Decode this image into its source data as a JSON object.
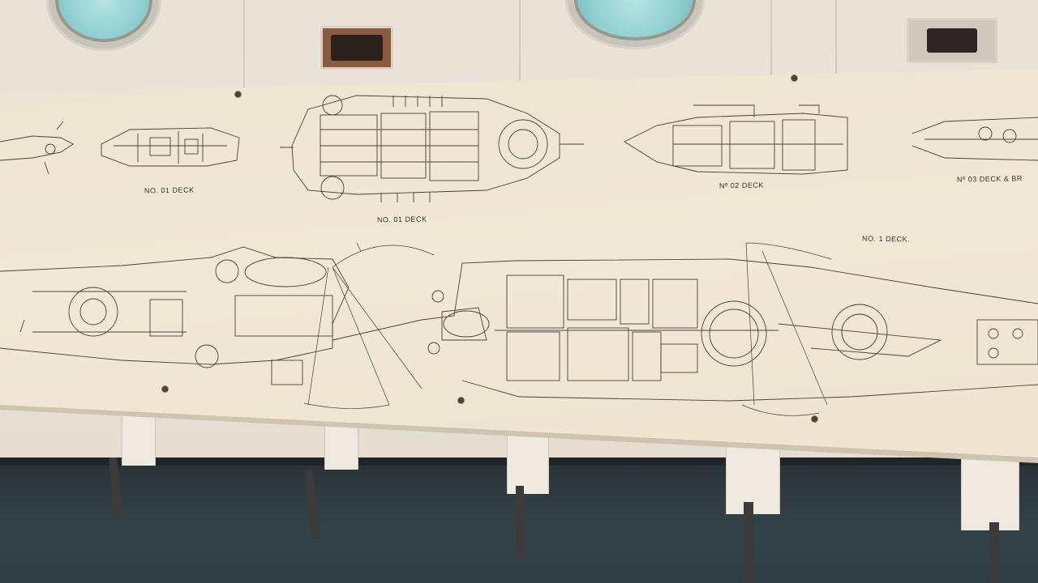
{
  "scene": {
    "subject": "deck-plan blueprint board mounted on ship bulkhead",
    "colors": {
      "paper": "#efe4d2",
      "ink": "#3a332c",
      "wall": "#e9e2d6",
      "floor": "#2f3b40",
      "porthole_glass": "#8fcfcf",
      "outlet_plate": "#8c5a3c"
    }
  },
  "blueprint": {
    "labels": {
      "no01_small": "NO. 01 DECK",
      "no01_main": "NO. 01 DECK",
      "no02": "Nº 02 DECK",
      "no03": "Nº 03 DECK & BR",
      "no1": "NO. 1 DECK."
    }
  }
}
